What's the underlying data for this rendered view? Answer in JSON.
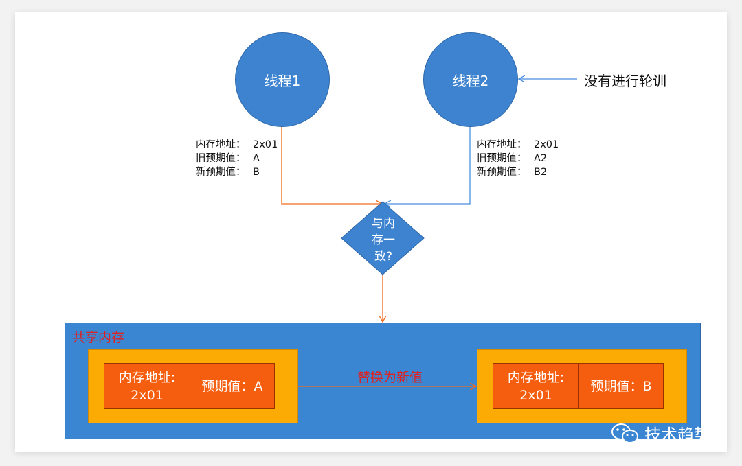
{
  "thread1": {
    "label": "线程1"
  },
  "thread2": {
    "label": "线程2"
  },
  "note": "没有进行轮训",
  "info_labels": {
    "address": "内存地址：",
    "old_expected": "旧预期值：",
    "new_expected": "新预期值："
  },
  "thread1_info": {
    "address": "2x01",
    "old_expected": "A",
    "new_expected": "B"
  },
  "thread2_info": {
    "address": "2x01",
    "old_expected": "A2",
    "new_expected": "B2"
  },
  "decision": {
    "line1": "与内",
    "line2": "存一",
    "line3": "致?"
  },
  "shared_memory": {
    "title": "共享内存",
    "replace_label": "替换为新值",
    "left": {
      "address_label": "内存地址:",
      "address": "2x01",
      "value_label": "预期值：A"
    },
    "right": {
      "address_label": "内存地址:",
      "address": "2x01",
      "value_label": "预期值：B"
    }
  },
  "watermark": {
    "text": "技术趋势"
  },
  "colors": {
    "thread_fill": "#3d83cf",
    "arrow_orange": "#f06a1e",
    "arrow_blue": "#4a8ee0",
    "shared_fill": "#3a86d2",
    "outer_box": "#fbab04",
    "inner_box": "#f55e0e",
    "title_red": "#d22222"
  }
}
